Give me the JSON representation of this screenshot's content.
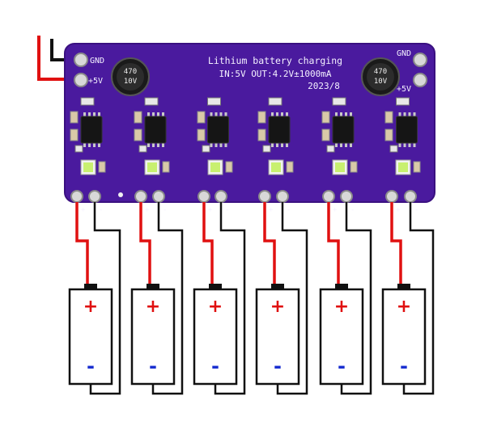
{
  "board": {
    "title_line1": "Lithium battery charging",
    "title_line2": "IN:5V OUT:4.2V±1000mA",
    "date": "2023/8",
    "gnd_left": "GND",
    "vin_left": "+5V",
    "gnd_right": "GND",
    "vin_right": "+5V",
    "cap_value": "470",
    "cap_voltage": "10V",
    "pad_plus": "+",
    "pad_minus": "-"
  },
  "batteries": [
    {
      "plus": "+",
      "minus": "-"
    },
    {
      "plus": "+",
      "minus": "-"
    },
    {
      "plus": "+",
      "minus": "-"
    },
    {
      "plus": "+",
      "minus": "-"
    },
    {
      "plus": "+",
      "minus": "-"
    },
    {
      "plus": "+",
      "minus": "-"
    }
  ],
  "colors": {
    "board": "#4a1a9e",
    "board_edge": "#3a1080",
    "wire_red": "#e01010",
    "wire_black": "#111111",
    "led": "#c8f070"
  }
}
